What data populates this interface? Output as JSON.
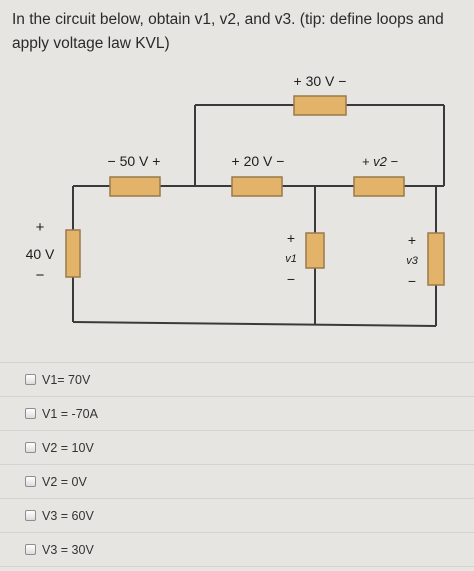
{
  "question": {
    "text": "In the circuit below, obtain v1, v2, and v3. (tip: define loops and apply voltage law KVL)"
  },
  "circuit": {
    "source": {
      "plus": "+",
      "value": "40 V",
      "minus": "−"
    },
    "r30": "+ 30 V −",
    "r50": "− 50 V +",
    "r20": "+ 20 V −",
    "rv2": "+ v2 −",
    "v1": {
      "plus": "+",
      "label": "v1",
      "minus": "−"
    },
    "v3": {
      "plus": "+",
      "label": "v3",
      "minus": "−"
    }
  },
  "options": [
    {
      "label": "V1= 70V"
    },
    {
      "label": "V1 = -70A"
    },
    {
      "label": "V2 = 10V"
    },
    {
      "label": "V2 = 0V"
    },
    {
      "label": "V3 = 60V"
    },
    {
      "label": "V3 = 30V"
    }
  ],
  "colors": {
    "wire": "#3a3a3a",
    "resistor_fill": "#e3b36a",
    "resistor_stroke": "#9a7a4a",
    "background": "#e6e5e1"
  }
}
